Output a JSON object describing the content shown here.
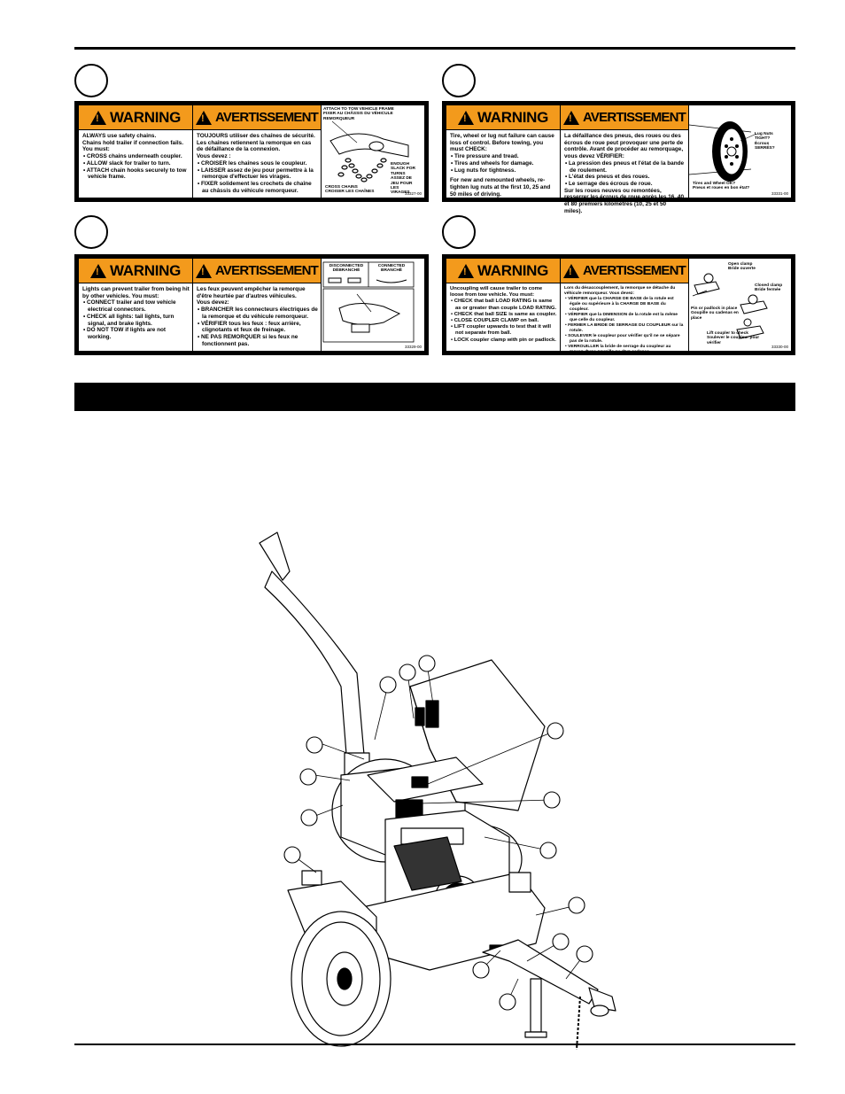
{
  "decals": [
    {
      "id": "safety-chains",
      "en_title": "WARNING",
      "fr_title": "AVERTISSEMENT",
      "en_text": [
        "ALWAYS use safety chains.",
        "Chains hold trailer if connection fails.",
        "You must:"
      ],
      "en_bullets": [
        "CROSS chains underneath coupler.",
        "ALLOW slack for trailer to turn.",
        "ATTACH chain hooks securely to tow vehicle frame."
      ],
      "fr_text": [
        "TOUJOURS utiliser des chaînes de sécurité.",
        "Les chaînes retiennent la remorque en cas de défaillance de la connexion.",
        "Vous devez :"
      ],
      "fr_bullets": [
        "CROISER les chaînes sous le coupleur.",
        "LAISSER assez de jeu pour permettre à la remorque d'effectuer les virages.",
        "FIXER solidement les crochets de chaîne au châssis du véhicule remorqueur."
      ],
      "captions": [
        "ATTACH TO TOW VEHICLE FRAME",
        "FIXER AU CHÂSSIS DU VÉHICULE REMORQUEUR",
        "ENOUGH SLACK FOR TURNS",
        "ASSEZ DE JEU POUR LES VIRAGES",
        "CROSS CHAINS",
        "CROISER LES CHAÎNES"
      ],
      "code": "33327-00"
    },
    {
      "id": "tires-wheels",
      "en_title": "WARNING",
      "fr_title": "AVERTISSEMENT",
      "en_text": [
        "Tire, wheel or lug nut failure can cause loss of control. Before towing, you must CHECK:"
      ],
      "en_bullets": [
        "Tire pressure and tread.",
        "Tires and wheels for damage.",
        "Lug nuts for tightness."
      ],
      "en_after": "For new and remounted wheels, re-tighten lug nuts at the first 10, 25 and 50 miles of driving.",
      "fr_text": [
        "La défaillance des pneus, des roues ou des écrous de roue peut provoquer une perte de contrôle. Avant de procéder au remorquage, vous devez VÉRIFIER:"
      ],
      "fr_bullets": [
        "La pression des pneus et l'état de la bande de roulement.",
        "L'état des pneus et des roues.",
        "Le serrage des écrous de roue."
      ],
      "fr_after": "Sur les roues neuves ou remontées, resserrer les écrous de roue après les 16, 40 et 80 premiers kilomètres (10, 25 et 50 miles).",
      "captions": [
        "Lug Nuts TIGHT?",
        "Écrous SERRÉS?",
        "Tires and Wheel OK?",
        "Pneus et roues en bon état?"
      ],
      "code": "33331-00"
    },
    {
      "id": "lights",
      "en_title": "WARNING",
      "fr_title": "AVERTISSEMENT",
      "en_text": [
        "Lights can prevent trailer from being hit by other vehicles. You must:"
      ],
      "en_bullets": [
        "CONNECT trailer and tow vehicle electrical connectors.",
        "CHECK all lights: tail lights, turn signal, and brake lights.",
        "DO NOT TOW if lights are not working."
      ],
      "fr_text": [
        "Les feux peuvent empêcher la remorque d'être heurtée par d'autres véhicules.",
        "Vous devez:"
      ],
      "fr_bullets": [
        "BRANCHER les connecteurs électriques de la remorque et du véhicule remorqueur.",
        "VÉRIFIER tous les feux : feux arrière, clignotants et feux de freinage.",
        "NE PAS REMORQUER si les feux ne fonctionnent pas."
      ],
      "captions": [
        "DISCONNECTED",
        "DÉBRANCHÉ",
        "CONNECTED",
        "BRANCHÉ"
      ],
      "code": "33329-00"
    },
    {
      "id": "coupler",
      "en_title": "WARNING",
      "fr_title": "AVERTISSEMENT",
      "en_text": [
        "Uncoupling will cause trailer to come loose from tow vehicle. You must:"
      ],
      "en_bullets": [
        "CHECK that ball LOAD RATING is same as or greater than couple LOAD RATING.",
        "CHECK that ball SIZE is same as coupler.",
        "CLOSE COUPLER CLAMP on ball.",
        "LIFT coupler upwards to test that it will not separate from ball.",
        "LOCK coupler clamp with pin or padlock."
      ],
      "fr_text": [
        "Lors du désaccouplement, la remorque se détache du véhicule remorqueur. Vous devez:"
      ],
      "fr_bullets": [
        "VÉRIFIER que la CHARGE DE BASE de la rotule est égale ou supérieure à la CHARGE DE BASE du coupleur.",
        "VÉRIFIER que la DIMENSION de la rotule est la même que celle du coupleur.",
        "FERMER LA BRIDE DE SERRAGE DU COUPLEUR sur la rotule.",
        "SOULEVER le coupleur pour vérifier qu'il ne se sépare pas de la rotule.",
        "VERROUILLER la bride de serrage du coupleur au moyen d'une goupille ou d'un cadenas."
      ],
      "captions": [
        "Open clamp",
        "Bride ouverte",
        "Closed clamp",
        "Bride fermée",
        "Pin or padlock in place",
        "Goupille ou cadenas en place",
        "Lift coupler to check",
        "Soulever le coupleur pour vérifier"
      ],
      "code": "33330-00"
    }
  ]
}
